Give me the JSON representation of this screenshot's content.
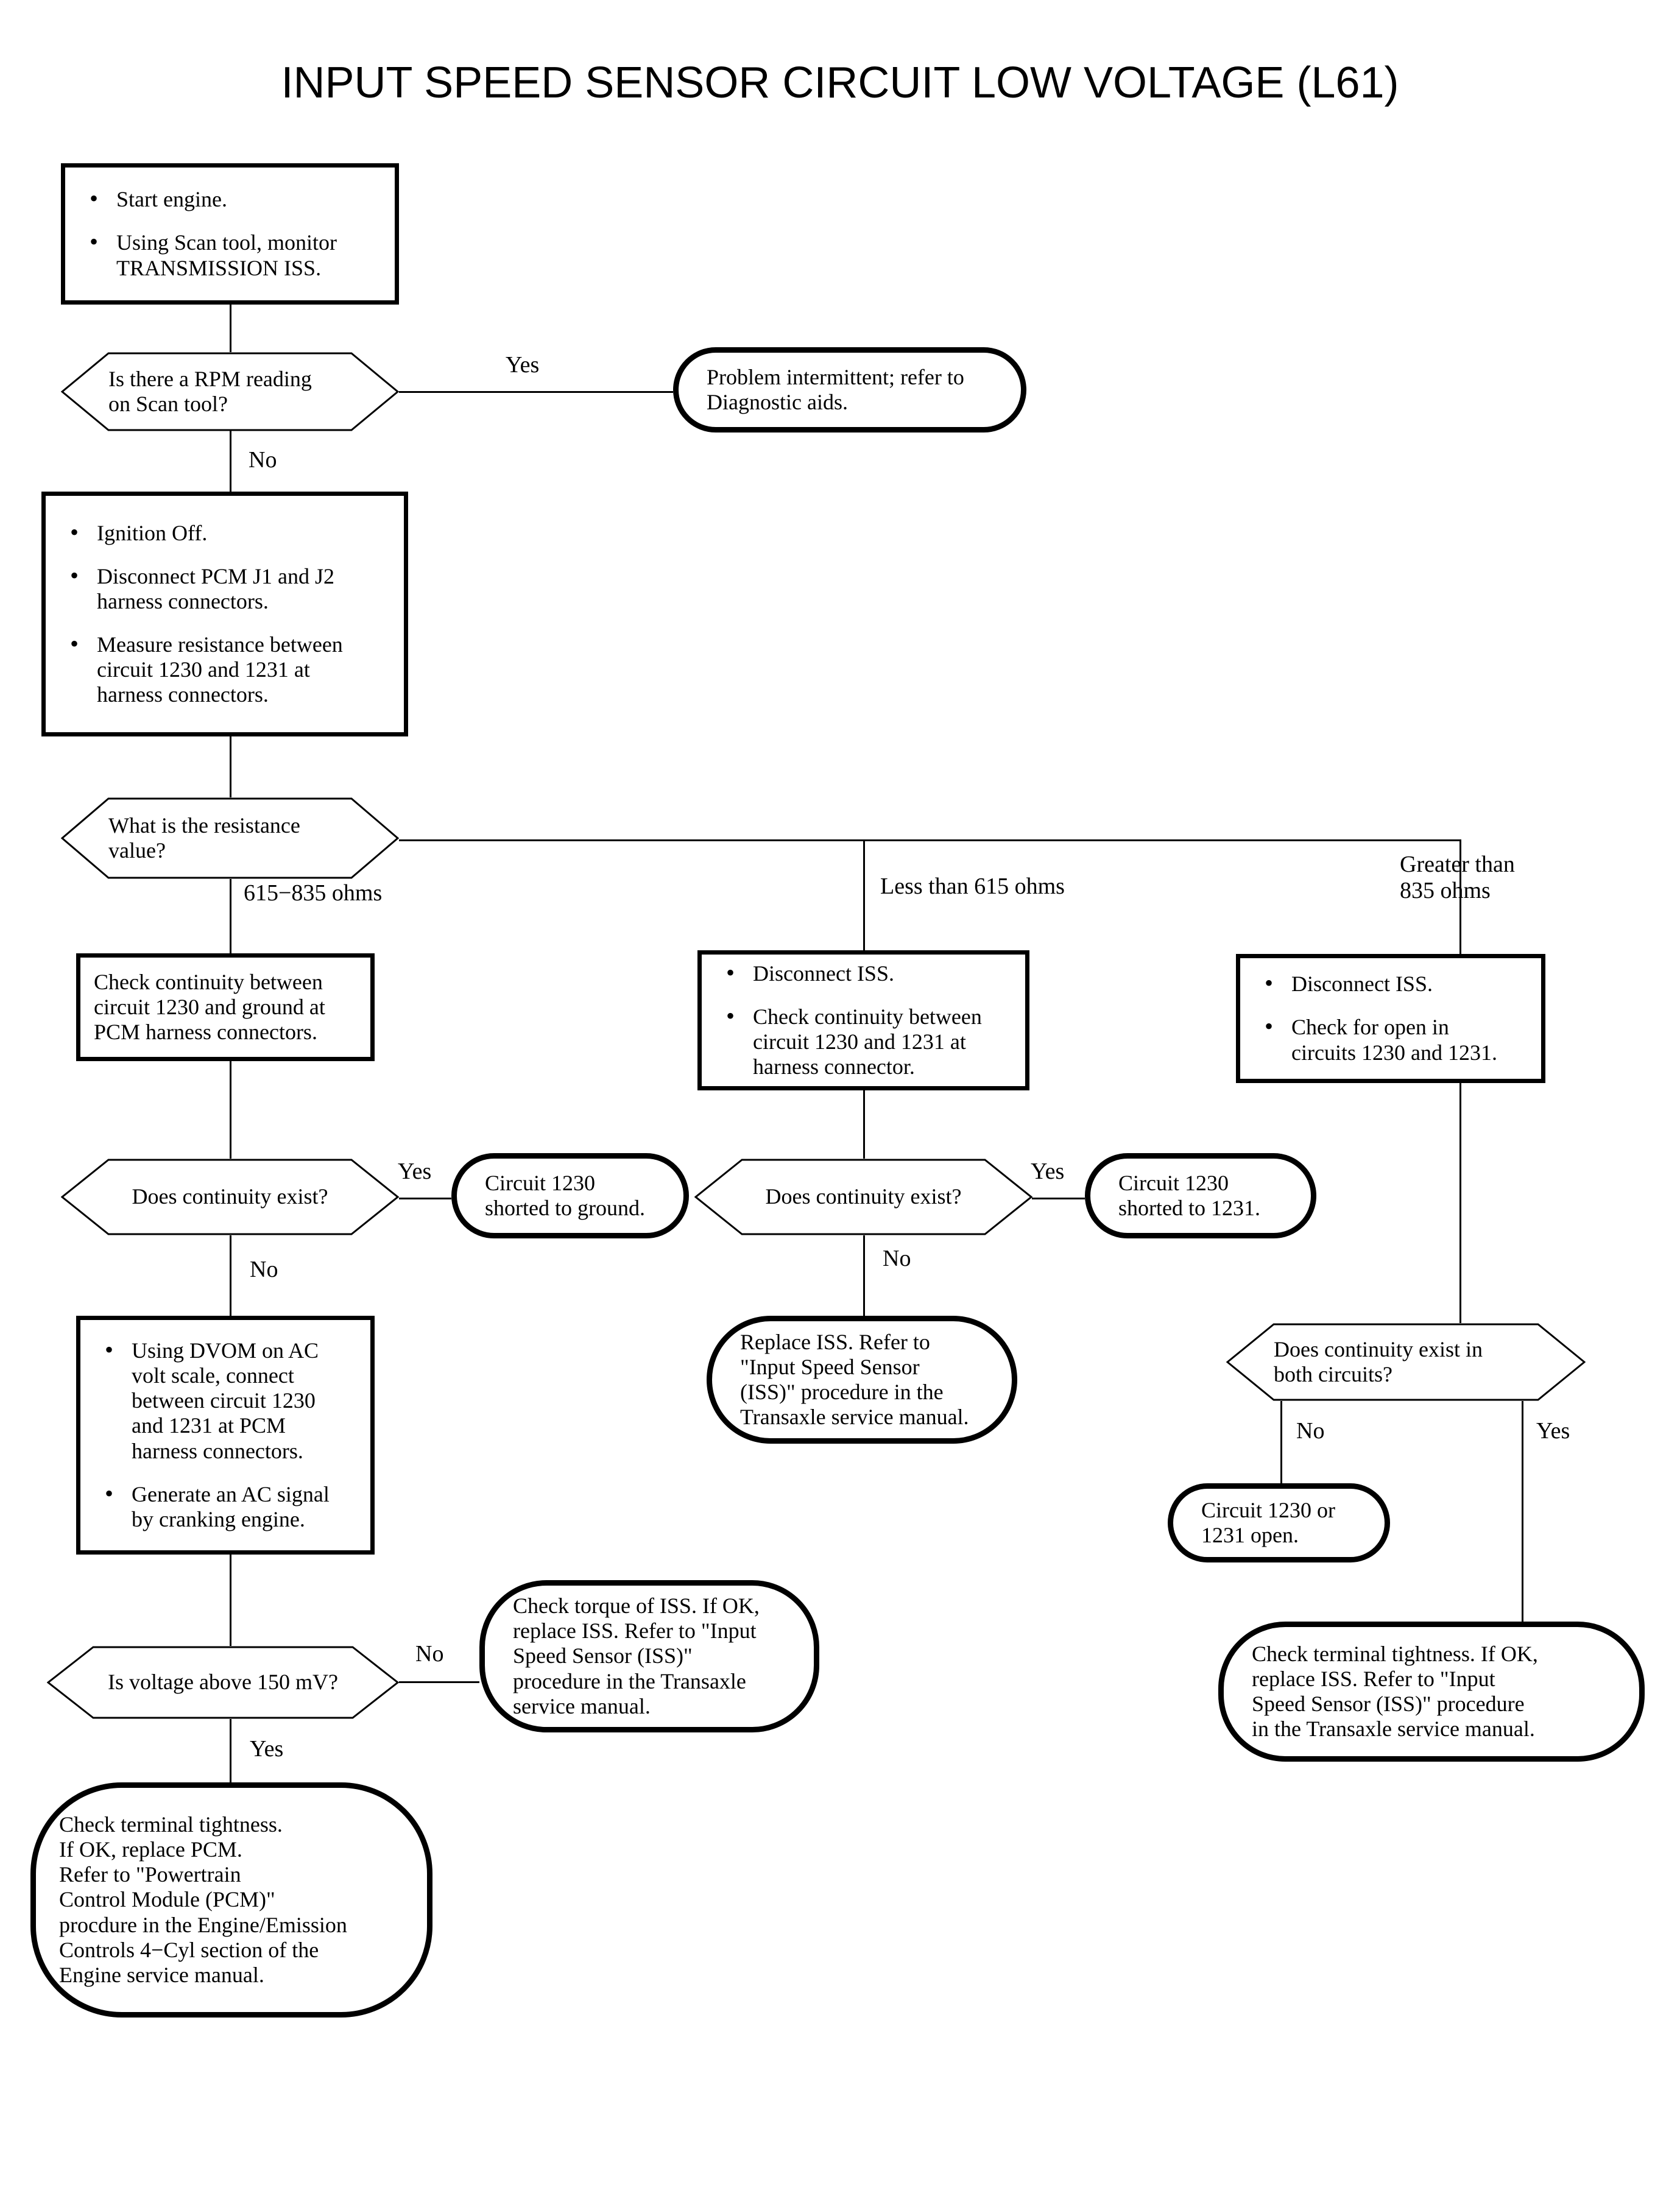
{
  "title": "INPUT SPEED SENSOR CIRCUIT LOW VOLTAGE (L61)",
  "flowchart": {
    "nodes": {
      "start_process": {
        "type": "process",
        "bullets": [
          "Start engine.",
          "Using Scan tool, monitor\nTRANSMISSION ISS."
        ]
      },
      "rpm_decision": {
        "type": "decision",
        "text": "Is there a RPM reading\non Scan tool?"
      },
      "intermittent_terminal": {
        "type": "terminal",
        "text": "Problem intermittent; refer to\nDiagnostic aids."
      },
      "ignition_process": {
        "type": "process",
        "bullets": [
          "Ignition Off.",
          "Disconnect PCM J1 and J2\nharness connectors.",
          "Measure resistance between\ncircuit 1230 and 1231 at\nharness connectors."
        ]
      },
      "resistance_decision": {
        "type": "decision",
        "text": "What is the resistance\nvalue?"
      },
      "check_ground_process": {
        "type": "process",
        "text": "Check continuity between\ncircuit 1230 and ground at\nPCM harness connectors."
      },
      "disconnect_iss_mid_process": {
        "type": "process",
        "bullets": [
          "Disconnect ISS.",
          "Check continuity between\ncircuit 1230 and 1231 at\nharness connector."
        ]
      },
      "disconnect_iss_right_process": {
        "type": "process",
        "bullets": [
          "Disconnect ISS.",
          "Check for open in\ncircuits 1230 and 1231."
        ]
      },
      "continuity_left_decision": {
        "type": "decision",
        "text": "Does continuity exist?"
      },
      "shorted_ground_terminal": {
        "type": "terminal",
        "text": "Circuit 1230\nshorted to ground."
      },
      "continuity_mid_decision": {
        "type": "decision",
        "text": "Does continuity exist?"
      },
      "shorted_1231_terminal": {
        "type": "terminal",
        "text": "Circuit 1230\nshorted to 1231."
      },
      "replace_iss_terminal": {
        "type": "terminal",
        "text": "Replace ISS. Refer to\n\"Input Speed Sensor\n(ISS)\" procedure in the\nTransaxle service manual."
      },
      "continuity_both_decision": {
        "type": "decision",
        "text": "Does continuity exist in\nboth circuits?"
      },
      "circuit_open_terminal": {
        "type": "terminal",
        "text": "Circuit 1230 or\n1231 open."
      },
      "dvom_process": {
        "type": "process",
        "bullets": [
          "Using DVOM on AC\nvolt scale, connect\nbetween circuit 1230\nand 1231 at PCM\nharness connectors.",
          "Generate an AC signal\nby cranking engine."
        ]
      },
      "voltage_decision": {
        "type": "decision",
        "text": "Is voltage above 150 mV?"
      },
      "check_torque_terminal": {
        "type": "terminal",
        "text": "Check torque of ISS. If OK,\nreplace ISS. Refer to \"Input\nSpeed Sensor (ISS)\"\nprocedure in the Transaxle\nservice manual."
      },
      "terminal_tightness_pcm_terminal": {
        "type": "terminal",
        "text": "Check terminal tightness.\nIf OK, replace PCM.\nRefer to \"Powertrain\nControl Module (PCM)\"\nprocdure in the Engine/Emission\nControls 4−Cyl section of the\nEngine service manual."
      },
      "terminal_tightness_iss_terminal": {
        "type": "terminal",
        "text": "Check terminal tightness. If OK,\nreplace ISS. Refer to \"Input\nSpeed Sensor (ISS)\" procedure\nin the Transaxle service manual."
      }
    },
    "edge_labels": {
      "rpm_yes": "Yes",
      "rpm_no": "No",
      "res_615_835": "615−835 ohms",
      "res_less_615": "Less than 615 ohms",
      "res_greater_835": "Greater than\n835 ohms",
      "cont_left_yes": "Yes",
      "cont_left_no": "No",
      "cont_mid_yes": "Yes",
      "cont_mid_no": "No",
      "cont_both_no": "No",
      "cont_both_yes": "Yes",
      "voltage_no": "No",
      "voltage_yes": "Yes"
    }
  },
  "colors": {
    "ink": "#000000",
    "paper": "#ffffff"
  }
}
